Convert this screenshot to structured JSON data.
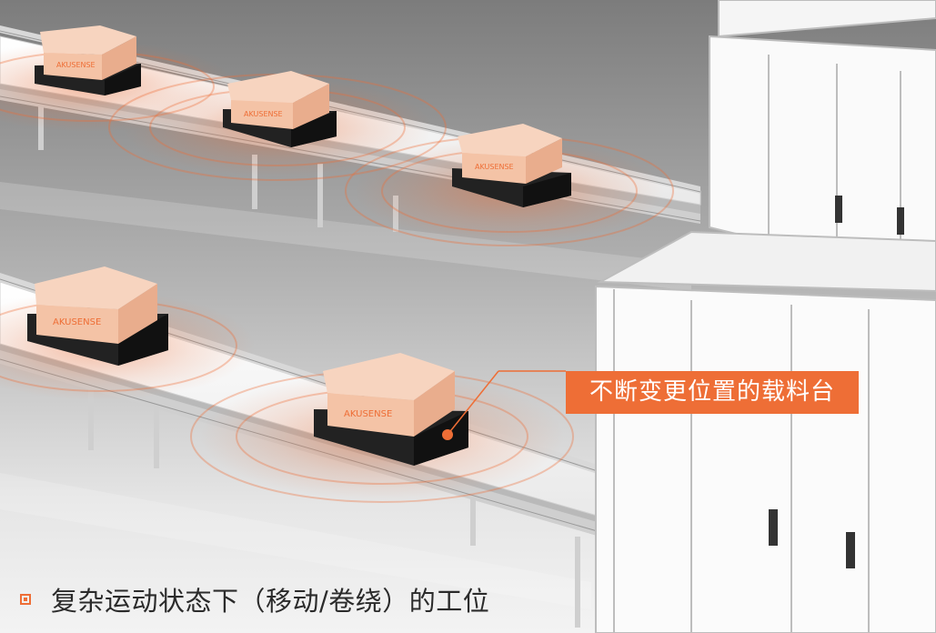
{
  "brand_label": "AKUSENSE",
  "callout": {
    "text": "不断变更位置的载料台"
  },
  "caption": {
    "text": "复杂运动状态下（移动/卷绕）的工位"
  },
  "colors": {
    "accent": "#ee6e36",
    "box": "#f4c3a6",
    "platform": "#222222",
    "cabinet": "#f7f7f7"
  }
}
